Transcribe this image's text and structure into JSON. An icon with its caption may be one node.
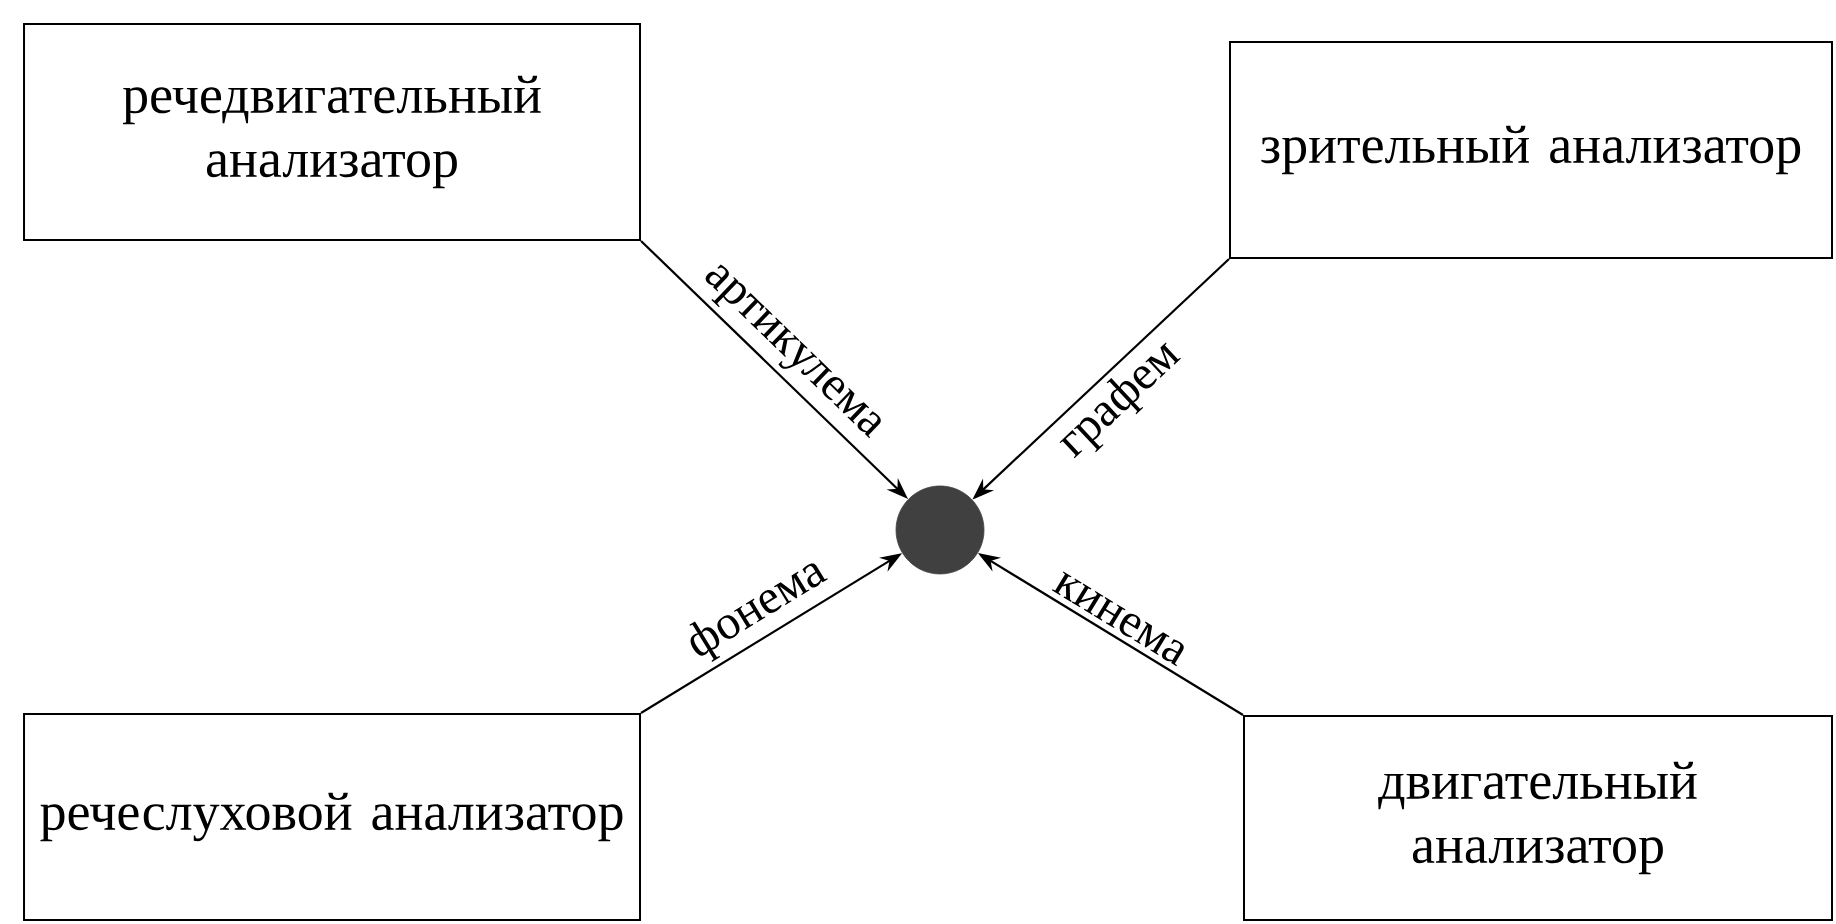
{
  "diagram": {
    "nodes": [
      {
        "text": [
          "речедвигательный анализатор"
        ]
      },
      {
        "text": [
          "зрительный анализатор"
        ]
      },
      {
        "text": [
          "речеслуховой анализатор"
        ]
      },
      {
        "text": [
          "двигательный анализатор"
        ]
      },
      {
        "text": [],
        "shape": "circle"
      }
    ],
    "edges": [
      {
        "from": 0,
        "to": 4,
        "arrow": "to",
        "label": "артикулема"
      },
      {
        "from": 1,
        "to": 4,
        "arrow": "to",
        "label": "графем"
      },
      {
        "from": 2,
        "to": 4,
        "arrow": "to",
        "label": "фонема"
      },
      {
        "from": 3,
        "to": 4,
        "arrow": "to",
        "label": "кинема"
      }
    ]
  }
}
